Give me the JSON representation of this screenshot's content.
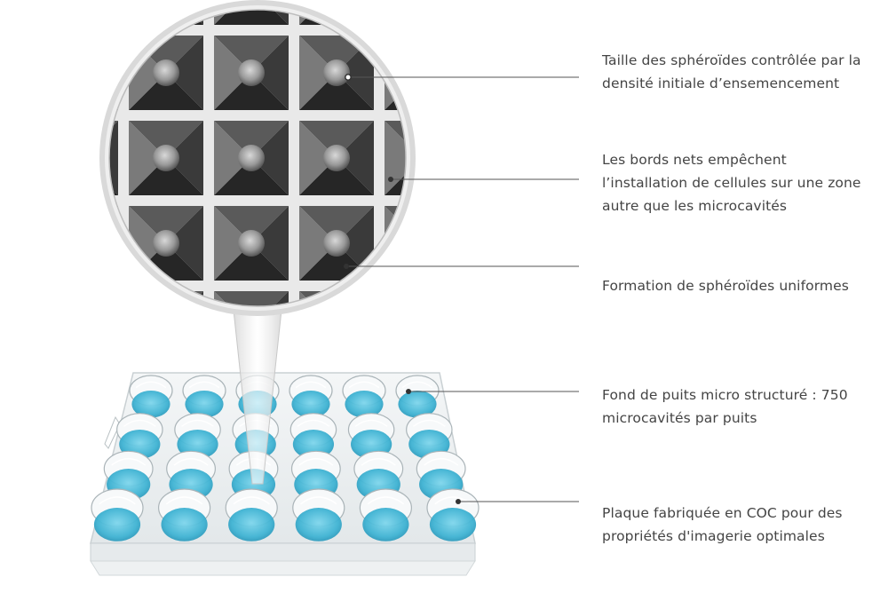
{
  "callouts": [
    {
      "lines": [
        "Taille des sphéroïdes contrôlée par la",
        "densité initiale d’ensemencement"
      ]
    },
    {
      "lines": [
        "Les bords nets empêchent",
        "l’installation de cellules sur une zone",
        "autre que les microcavités"
      ]
    },
    {
      "lines": [
        "Formation de sphéroïdes uniformes"
      ]
    },
    {
      "lines": [
        "Fond de puits micro structuré : 750",
        "microcavités par puits"
      ]
    },
    {
      "lines": [
        "Plaque fabriquée en COC pour des",
        "propriétés d'imagerie optimales"
      ]
    }
  ],
  "colors": {
    "text": "#444444",
    "leader_line": "#555555",
    "medium": "#3fb3d3",
    "grid_wall": "#e9e9e9",
    "cavity_dark": "#2a2a2a"
  },
  "illustration": {
    "plate_rows": 4,
    "plate_columns": 6,
    "magnified_cavity_grid": "3x3"
  }
}
